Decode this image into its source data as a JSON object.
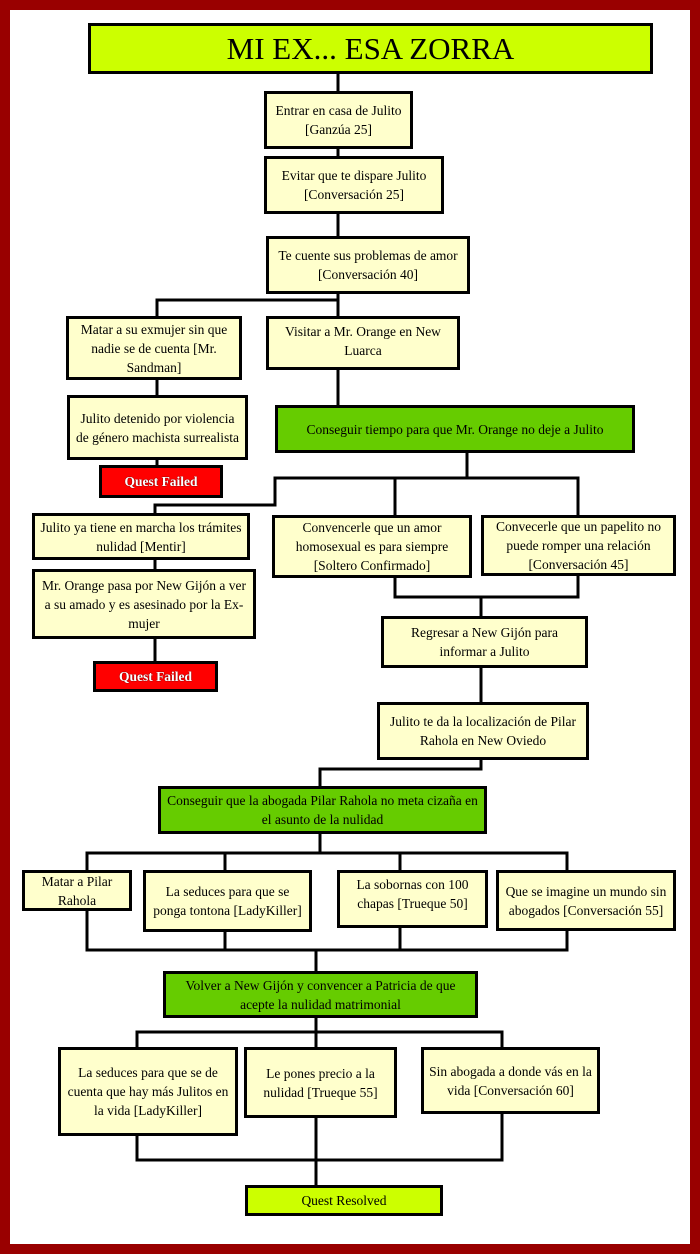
{
  "title": "MI EX... ESA ZORRA",
  "colors": {
    "frame": "#990000",
    "step": "#ffffcc",
    "milestone": "#66cc00",
    "title": "#ccff00",
    "failed": "#ff0000"
  },
  "nodes": {
    "entrar": "Entrar en casa de Julito [Ganzúa 25]",
    "evitar": "Evitar que te dispare Julito [Conversación 25]",
    "problemas": "Te cuente sus problemas de amor [Conversación 40]",
    "matar_exmujer": "Matar a su exmujer sin que nadie se de cuenta [Mr. Sandman]",
    "visitar": "Visitar a Mr. Orange en New Luarca",
    "detenido": "Julito detenido por violencia de género machista surrealista",
    "conseguir_tiempo": "Conseguir tiempo para que Mr. Orange no deje a Julito",
    "quest_failed_1": "Quest Failed",
    "tramites": "Julito ya tiene en marcha los trámites nulidad [Mentir]",
    "homosexual": "Convencerle que un amor homosexual es para siempre [Soltero Confirmado]",
    "papelito": "Convecerle que un papelito no puede romper una relación [Conversación 45]",
    "asesinado": "Mr. Orange pasa por New Gijón a ver a su amado y es asesinado por la Ex-mujer",
    "quest_failed_2": "Quest Failed",
    "regresar": "Regresar a New Gijón para informar a Julito",
    "localizacion": "Julito te da la localización de Pilar Rahola en New Oviedo",
    "abogada": "Conseguir que la abogada Pilar Rahola no meta cizaña en el asunto de la nulidad",
    "matar_pilar": "Matar a Pilar Rahola",
    "seduces_tontona": "La seduces para que se ponga tontona [LadyKiller]",
    "sobornas": "La sobornas con 100 chapas [Trueque 50]",
    "mundo": "Que se imagine un mundo sin abogados [Conversación 55]",
    "volver": "Volver a New Gijón y convencer a Patricia de que acepte la nulidad matrimonial",
    "seduces_julitos": "La seduces para que se de cuenta que hay más Julitos en la vida [LadyKiller]",
    "precio": "Le pones precio a la nulidad [Trueque 55]",
    "sin_abogada": "Sin abogada a donde vás en la vida [Conversación 60]",
    "resolved": "Quest Resolved"
  }
}
